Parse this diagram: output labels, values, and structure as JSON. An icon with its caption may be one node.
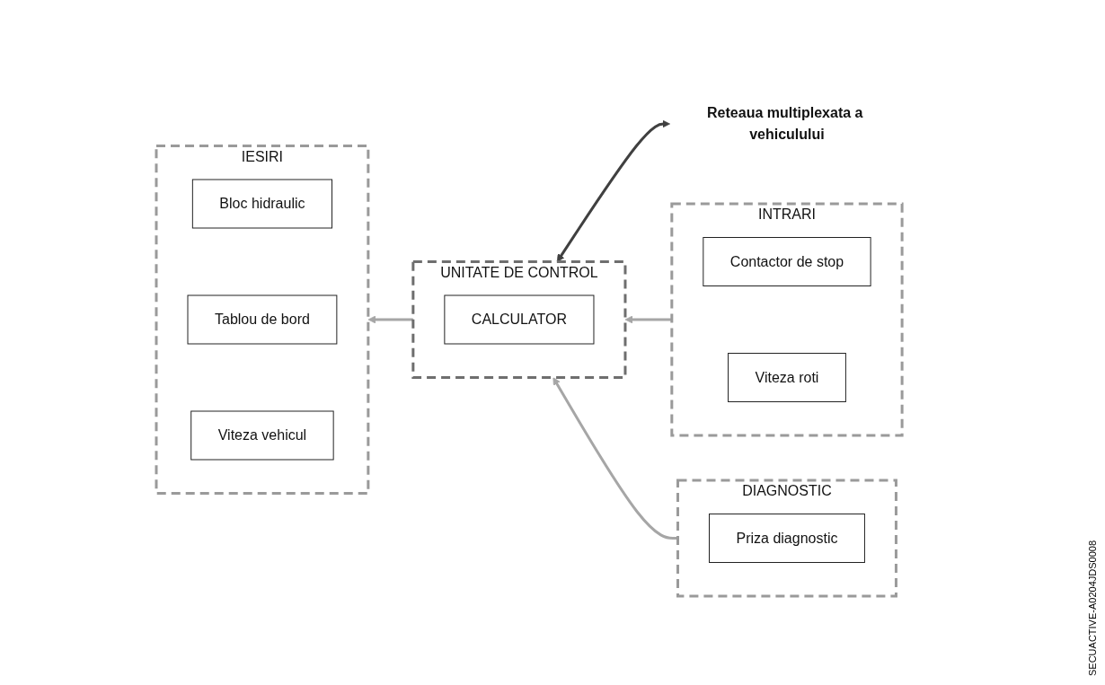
{
  "diagram": {
    "nodes": [
      {
        "text": [
          "Reteaua multiplexata a vehiculului"
        ]
      },
      {
        "text": [
          "IESIRI"
        ]
      },
      {
        "text": [
          "Bloc hidraulic"
        ],
        "in": 1
      },
      {
        "text": [
          "Tablou de bord"
        ],
        "in": 1
      },
      {
        "text": [
          "Viteza vehicul"
        ],
        "in": 1
      },
      {
        "text": [
          "UNITATE DE CONTROL"
        ]
      },
      {
        "text": [
          "CALCULATOR"
        ],
        "in": 5
      },
      {
        "text": [
          "INTRARI"
        ]
      },
      {
        "text": [
          "Contactor de stop"
        ],
        "in": 7
      },
      {
        "text": [
          "Viteza roti"
        ],
        "in": 7
      },
      {
        "text": [
          "DIAGNOSTIC"
        ]
      },
      {
        "text": [
          "Priza diagnostic"
        ],
        "in": 10
      }
    ],
    "edges": [
      {
        "from": 0,
        "to": 5,
        "arrow": "both",
        "color": "#404040"
      },
      {
        "from": 5,
        "to": 1,
        "arrow": "to"
      },
      {
        "from": 7,
        "to": 5,
        "arrow": "to"
      },
      {
        "from": 10,
        "to": 5,
        "arrow": "to"
      }
    ],
    "labels": [
      "SECUACTIVE-A0204JDS0008"
    ]
  }
}
